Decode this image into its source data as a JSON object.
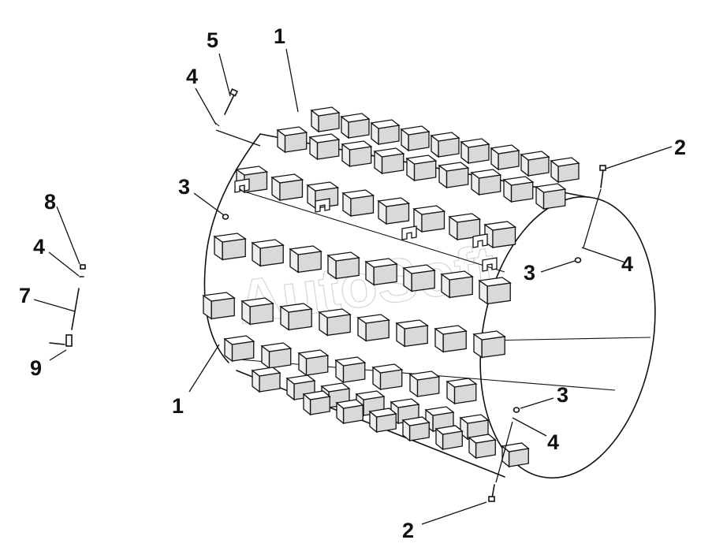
{
  "diagram": {
    "colors": {
      "ink": "#111111",
      "pad_shade": "#d9d9d9",
      "background": "#ffffff"
    },
    "callouts": [
      {
        "id": "c5",
        "label": "5"
      },
      {
        "id": "c1a",
        "label": "1"
      },
      {
        "id": "c4a",
        "label": "4"
      },
      {
        "id": "c3a",
        "label": "3"
      },
      {
        "id": "c2a",
        "label": "2"
      },
      {
        "id": "c4b",
        "label": "4"
      },
      {
        "id": "c3b",
        "label": "3"
      },
      {
        "id": "c8",
        "label": "8"
      },
      {
        "id": "c4c",
        "label": "4"
      },
      {
        "id": "c7",
        "label": "7"
      },
      {
        "id": "c9",
        "label": "9"
      },
      {
        "id": "c1b",
        "label": "1"
      },
      {
        "id": "c3c",
        "label": "3"
      },
      {
        "id": "c4d",
        "label": "4"
      },
      {
        "id": "c2b",
        "label": "2"
      }
    ],
    "watermark": "AutoSoft"
  }
}
